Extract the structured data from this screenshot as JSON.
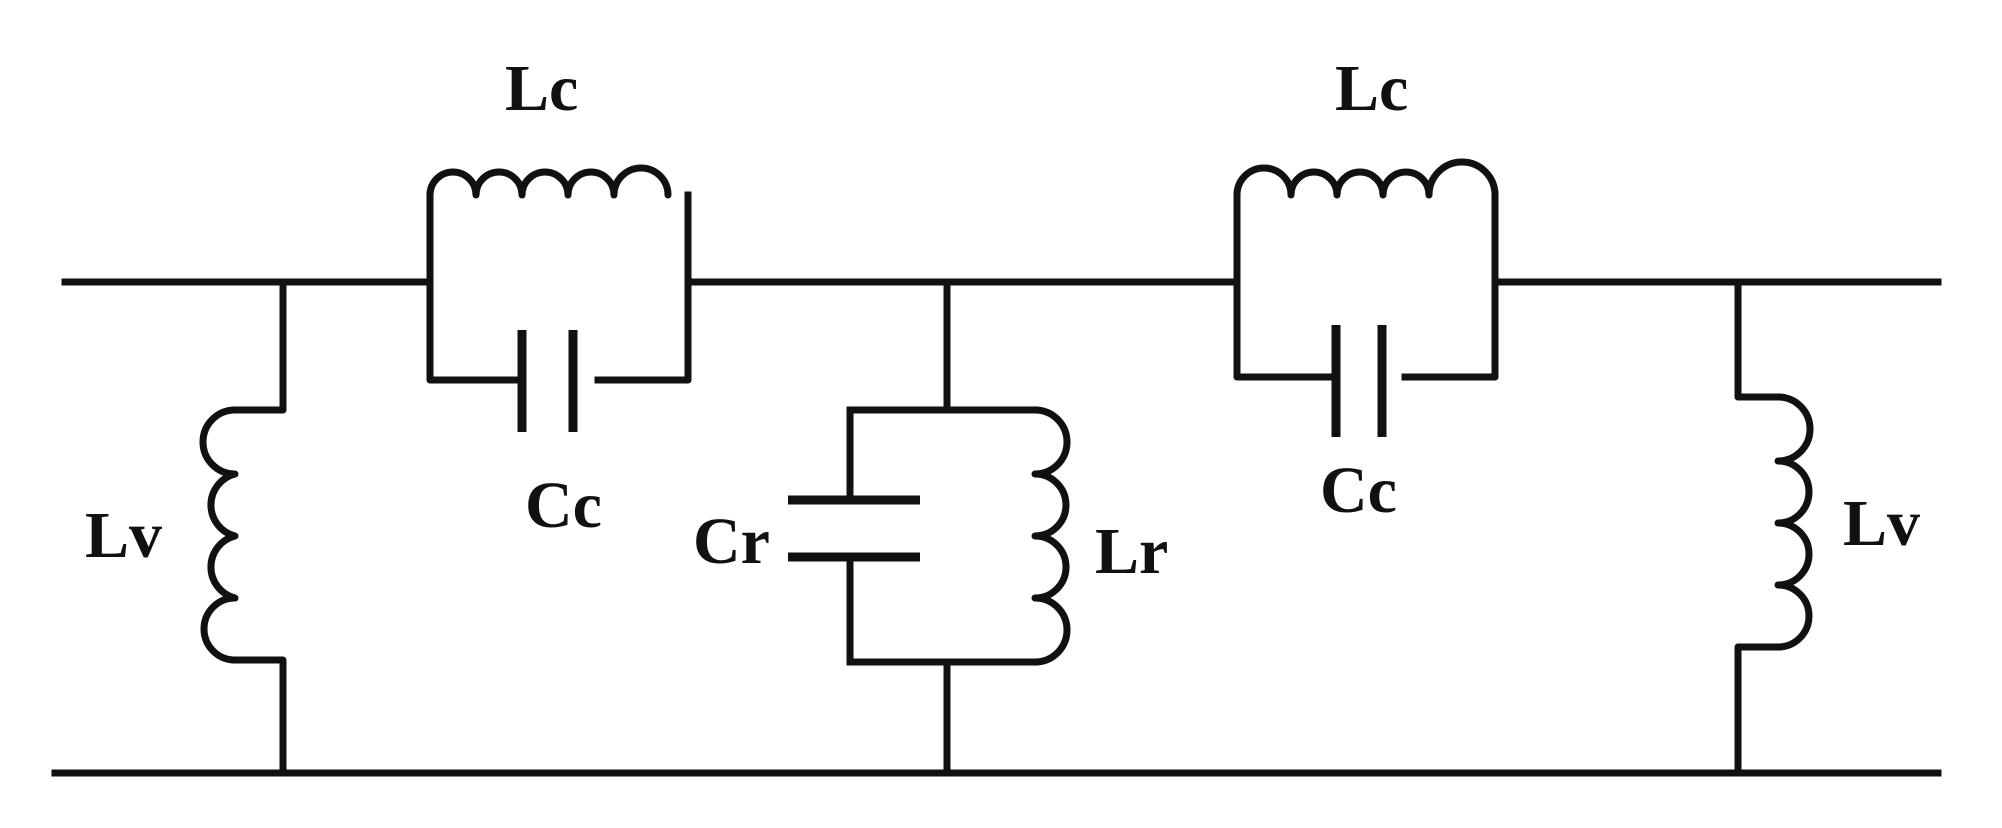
{
  "diagram": {
    "labels": {
      "lc_left": "Lc",
      "lc_right": "Lc",
      "cc_left": "Cc",
      "cc_right": "Cc",
      "lv_left": "Lv",
      "lv_right": "Lv",
      "cr": "Cr",
      "lr": "Lr"
    },
    "colors": {
      "stroke": "#111111",
      "background": "#ffffff"
    }
  }
}
